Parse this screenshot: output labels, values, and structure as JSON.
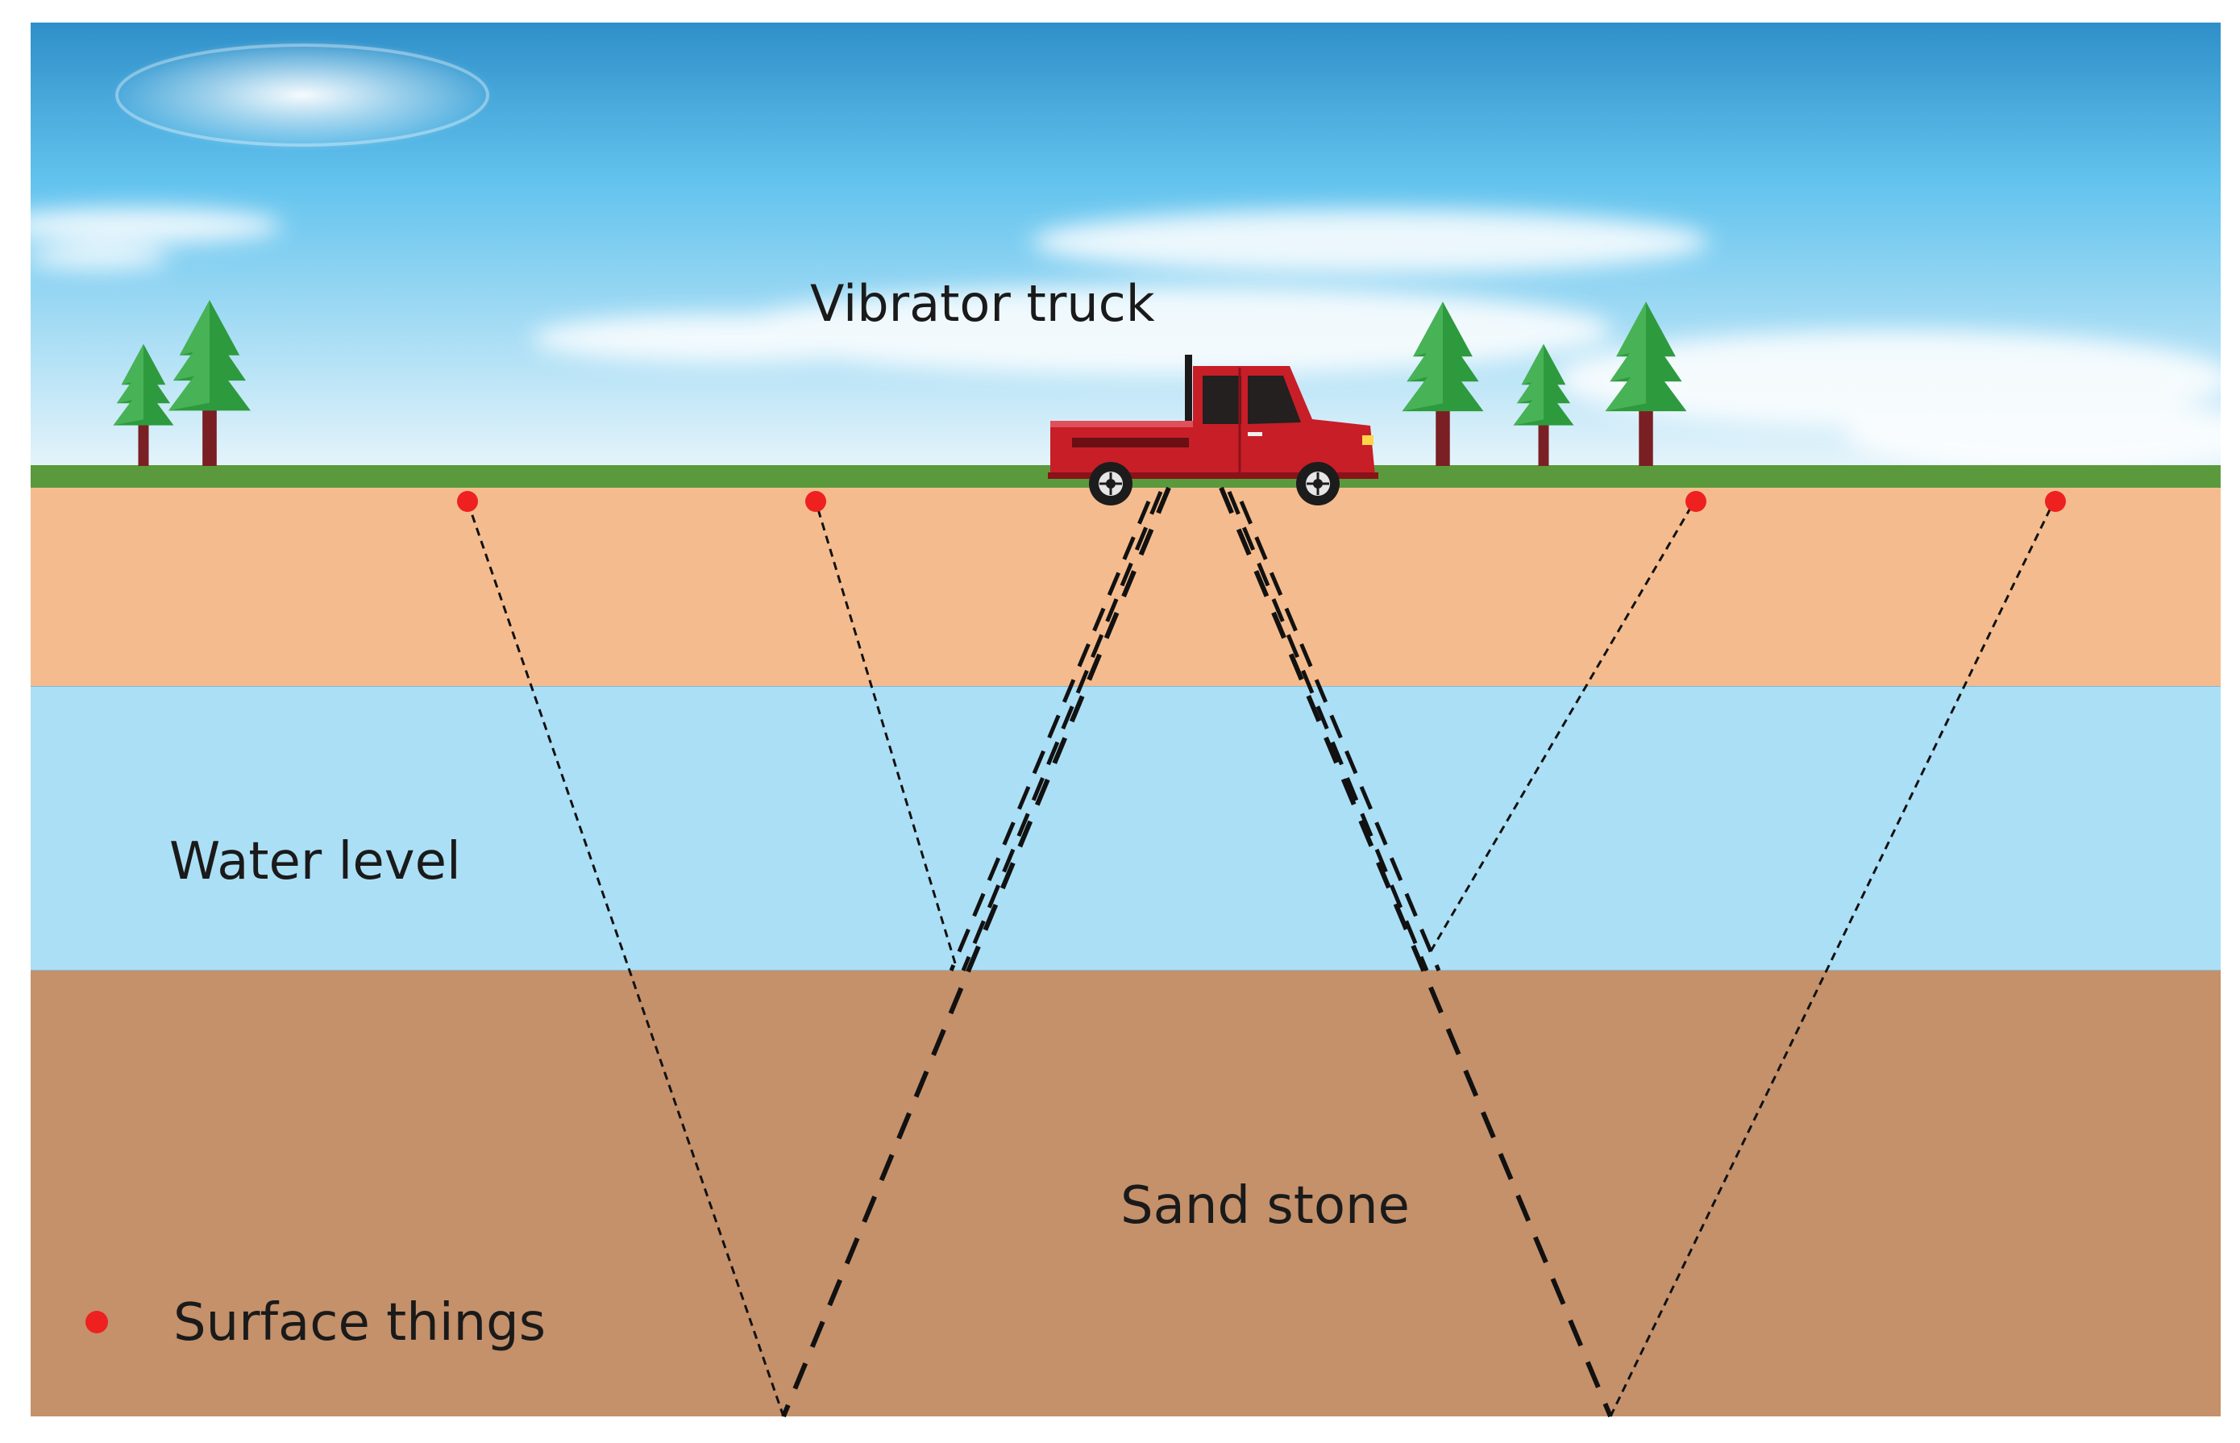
{
  "labels": {
    "truck": "Vibrator truck",
    "water": "Water level",
    "sandstone": "Sand stone",
    "legend": "Surface things"
  },
  "colors": {
    "sky_top": "#2f8fc9",
    "sky_mid": "#62c3ee",
    "sky_low": "#d9effa",
    "grass": "#5a9a3c",
    "topsoil": "#f4bc8e",
    "water_layer": "#abdff5",
    "sandstone_layer": "#c4916b",
    "marker": "#ee2020",
    "truck_body": "#c81e28",
    "tree_green": "#2e9a3e",
    "trunk": "#7a1f24",
    "ray": "#111111"
  },
  "icons": {
    "truck": "pickup-truck-icon",
    "tree": "pine-tree-icon",
    "marker": "red-dot-icon"
  }
}
